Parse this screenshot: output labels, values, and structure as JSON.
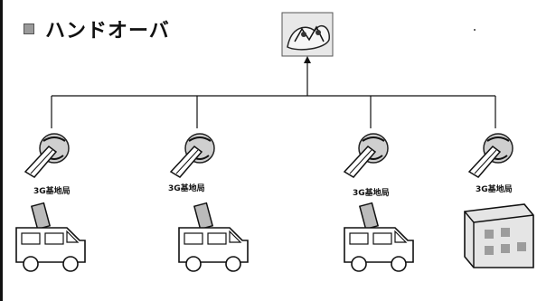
{
  "title": "ハンドオーバ",
  "stations": [
    {
      "label": "3G基地局"
    },
    {
      "label": "3G基地局"
    },
    {
      "label": "3G基地局"
    },
    {
      "label": "3G基地局"
    }
  ],
  "colors": {
    "line": "#111111",
    "bullet": "#9a9a9a"
  },
  "icons": {
    "network": "network-cloud-icon",
    "tower": "base-station-icon",
    "vehicle": "van-icon",
    "building": "building-icon"
  }
}
